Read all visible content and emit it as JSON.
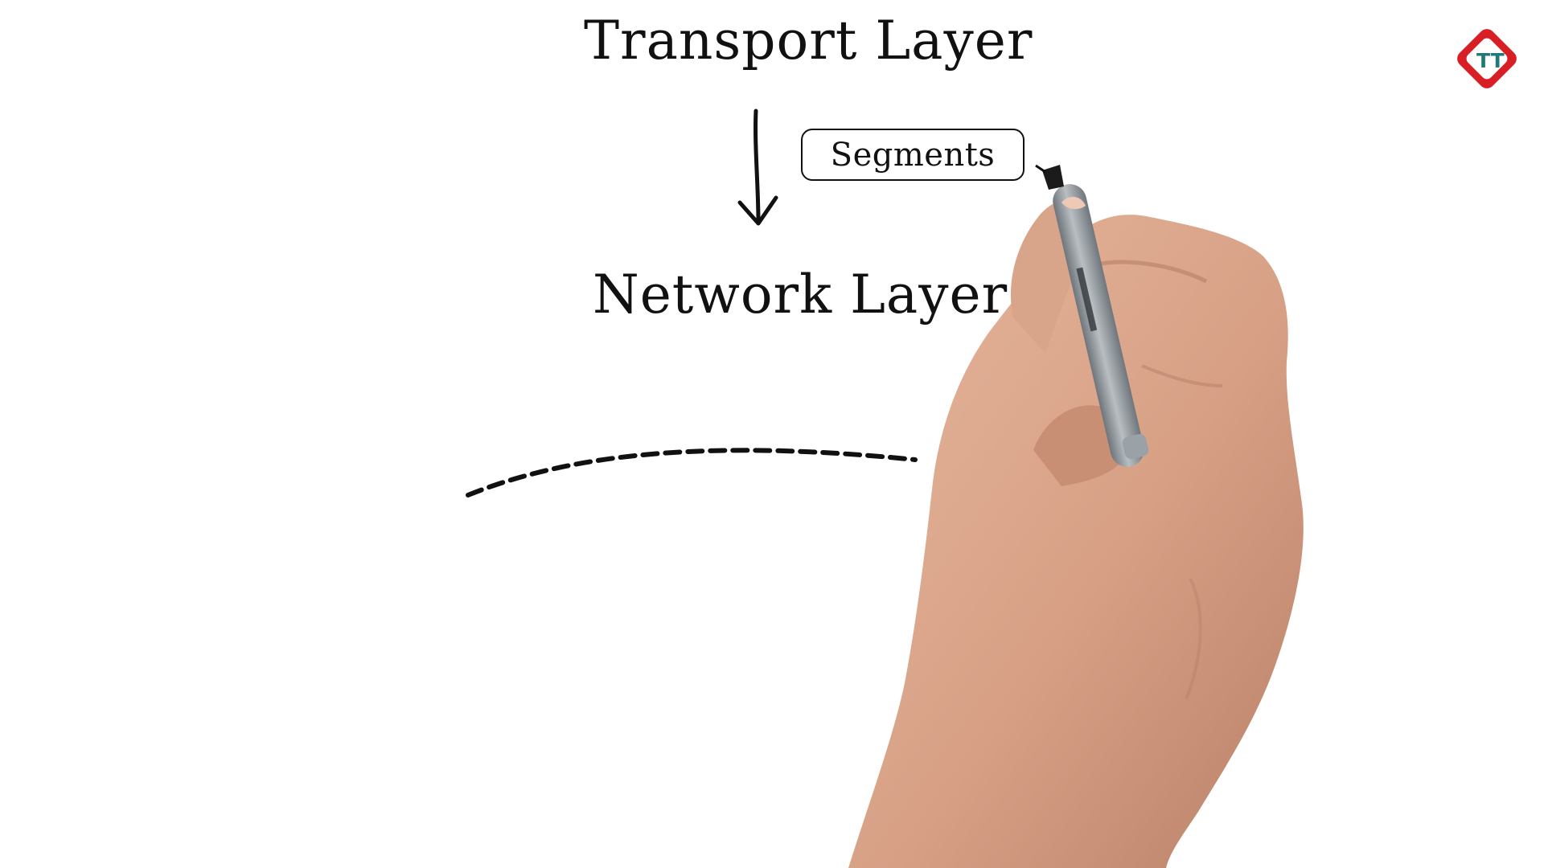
{
  "diagram": {
    "top_layer": "Transport Layer",
    "bottom_layer": "Network Layer",
    "unit_label": "Segments"
  },
  "logo": {
    "text": "TT",
    "colors": {
      "ring": "#d81f26",
      "inner": "#ffffff",
      "glyph": "#1f7a78"
    }
  },
  "icons": {
    "arrow": "down-arrow-icon",
    "hand": "hand-holding-marker-icon"
  },
  "colors": {
    "ink": "#111111",
    "background": "#ffffff",
    "skin": "#d9a58a",
    "marker": "#8f969c"
  }
}
